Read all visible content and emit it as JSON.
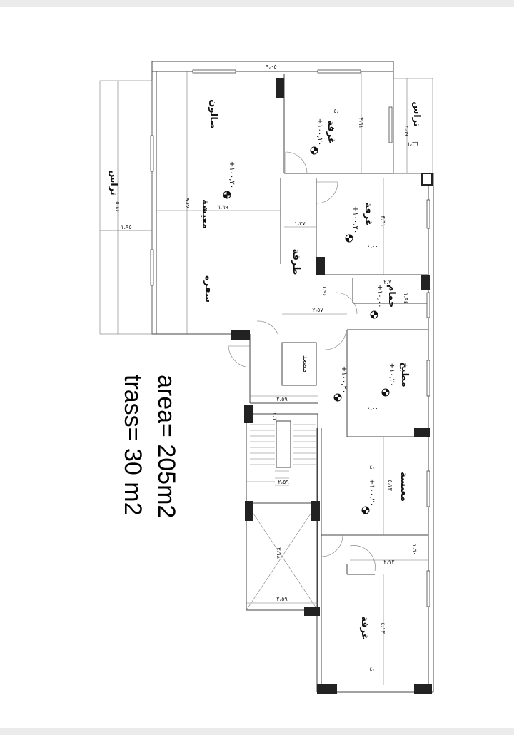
{
  "plan": {
    "overall_width_dim": "٩،٠٥",
    "rooms": {
      "salon": "صالون",
      "reception": "معيشة",
      "dining": "سفره",
      "bedroom_1": "غرفة",
      "bedroom_2": "غرفة",
      "corridor": "طرقة",
      "bathroom": "حمام",
      "kitchen": "مطبخ",
      "living_2": "معيشة",
      "bedroom_3": "غرفة",
      "terrace_1": "تراس",
      "terrace_2": "تراس",
      "elevator": "مصعد"
    },
    "levels": {
      "salon": "+١٠٠,٢٠",
      "bedroom_1": "+١٠٠,٢٠",
      "bedroom_2": "+١٠٠,٢٠",
      "bathroom": "+١٠,٠٠",
      "kitchen": "+١٠,٢٠",
      "kitchen_b": "+١٠٠,٢٠",
      "living_2": "+١٠٠,٢٠"
    },
    "dims": {
      "salon_depth": "٩،٢٤",
      "reception_w": "٦،٦٩",
      "terrace_l": "٥،٨٤",
      "terrace_w": "١،٩٥",
      "bed1_w": "٤،٠٠",
      "bed1_d": "٣،٦١",
      "bed2_w": "٤،٠٠",
      "bed2_d": "٣،٦١",
      "terrace2": "٢،٥٩",
      "terrace2b": "١،٣٦",
      "corridor_w": "١،٣٧",
      "corridor_l": "٢،٥٧",
      "bath_w": "٢،٧٠",
      "bath_d": "١،٩٤",
      "bath_d2": "١،٩٤",
      "kitchen_w": "٤،٠٠",
      "stair_w": "٢،٥٩",
      "stair_w2": "٢،٥٩",
      "stair_d": "١،٦",
      "living2_w": "٤،٠٠",
      "living2_d": "٤،١٣",
      "shaft_d": "٣،٦٨",
      "shaft_w": "٢،٥٩",
      "hall_w": "٢،٩٢",
      "hall_d": "١،٦٠",
      "bed3_w": "٤،٠٠",
      "bed3_d": "٤،١٣"
    }
  },
  "summary": {
    "area": "area= 205m2",
    "trass": "trass= 30 m2"
  }
}
